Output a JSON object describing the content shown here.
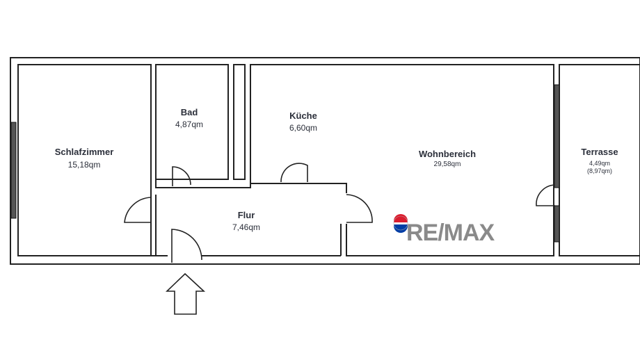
{
  "rooms": {
    "schlafzimmer": {
      "name": "Schlafzimmer",
      "area": "15,18qm"
    },
    "bad": {
      "name": "Bad",
      "area": "4,87qm"
    },
    "kueche": {
      "name": "Küche",
      "area": "6,60qm"
    },
    "wohnbereich": {
      "name": "Wohnbereich",
      "area": "29,58qm"
    },
    "terrasse": {
      "name": "Terrasse",
      "area": "4,49qm",
      "area_alt": "(8,97qm)"
    },
    "flur": {
      "name": "Flur",
      "area": "7,46qm"
    }
  },
  "logo": {
    "brand": "RE/MAX",
    "colors": {
      "red": "#dc1c2e",
      "blue": "#003da5",
      "text": "#8a8a8a"
    }
  },
  "entrance": {
    "icon": "entrance-arrow-icon"
  }
}
